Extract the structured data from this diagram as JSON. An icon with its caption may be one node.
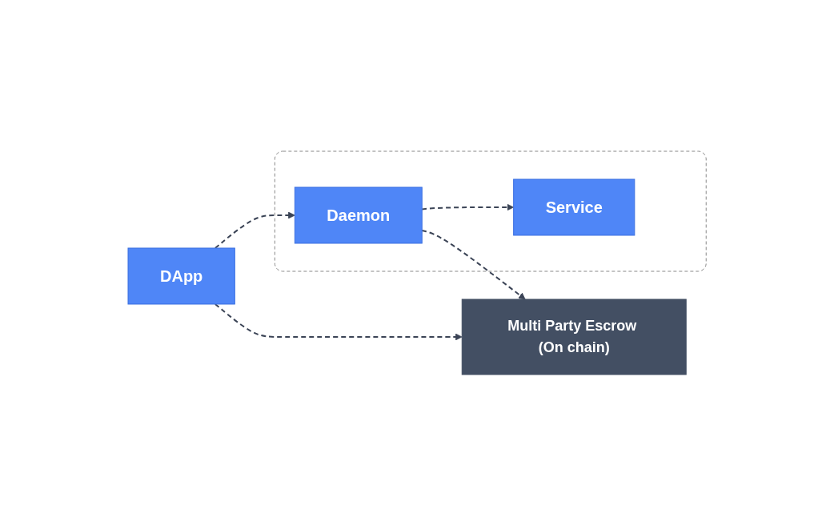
{
  "diagram": {
    "nodes": [
      {
        "text": [
          "DApp"
        ]
      },
      {
        "text": [
          "Multi Party Escrow (On chain)"
        ]
      },
      {
        "text": [],
        "shape": "box"
      },
      {
        "text": [
          "Daemon"
        ],
        "in": 2
      },
      {
        "text": [
          "Service"
        ],
        "in": 2
      }
    ],
    "edges": [
      {
        "from": 0,
        "to": 1,
        "arrow": "to",
        "style": "dashed"
      },
      {
        "from": 0,
        "to": 3,
        "arrow": "to",
        "style": "dashed"
      },
      {
        "from": 3,
        "to": 1,
        "arrow": "to",
        "style": "dashed"
      },
      {
        "from": 3,
        "to": 4,
        "arrow": "to",
        "style": "dashed"
      }
    ]
  }
}
